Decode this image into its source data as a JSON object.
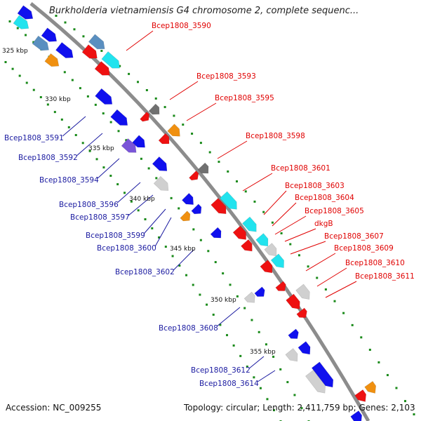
{
  "title": "Burkholderia vietnamiensis G4 chromosome 2, complete sequenc...",
  "footer": {
    "accession": "Accession: NC_009255",
    "topology": "Topology: circular; Length: 2,411,759 bp; Genes: 2,103"
  },
  "colors": {
    "backbone": "#8c8c8c",
    "tick": "#1a8a1a",
    "forward_label": "#e00000",
    "reverse_label": "#1a1aa0",
    "gene_red": "#ee1111",
    "gene_blue": "#1010ee",
    "gene_cyan": "#22e3ee",
    "gene_steel": "#5a8fc0",
    "gene_gray": "#d0d0d0",
    "gene_darkgray": "#707070",
    "gene_orange": "#f09010",
    "gene_purple": "#7a55d8"
  },
  "scale_labels": [
    "325 kbp",
    "330 kbp",
    "335 kbp",
    "340 kbp",
    "345 kbp",
    "350 kbp",
    "355 kbp"
  ],
  "forward_labels": [
    "Bcep1808_3590",
    "Bcep1808_3593",
    "Bcep1808_3595",
    "Bcep1808_3598",
    "Bcep1808_3601",
    "Bcep1808_3603",
    "Bcep1808_3604",
    "Bcep1808_3605",
    "dkgB",
    "Bcep1808_3607",
    "Bcep1808_3609",
    "Bcep1808_3610",
    "Bcep1808_3611"
  ],
  "reverse_labels": [
    "Bcep1808_3591",
    "Bcep1808_3592",
    "Bcep1808_3594",
    "Bcep1808_3596",
    "Bcep1808_3597",
    "Bcep1808_3599",
    "Bcep1808_3600",
    "Bcep1808_3602",
    "Bcep1808_3608",
    "Bcep1808_3612",
    "Bcep1808_3614"
  ]
}
